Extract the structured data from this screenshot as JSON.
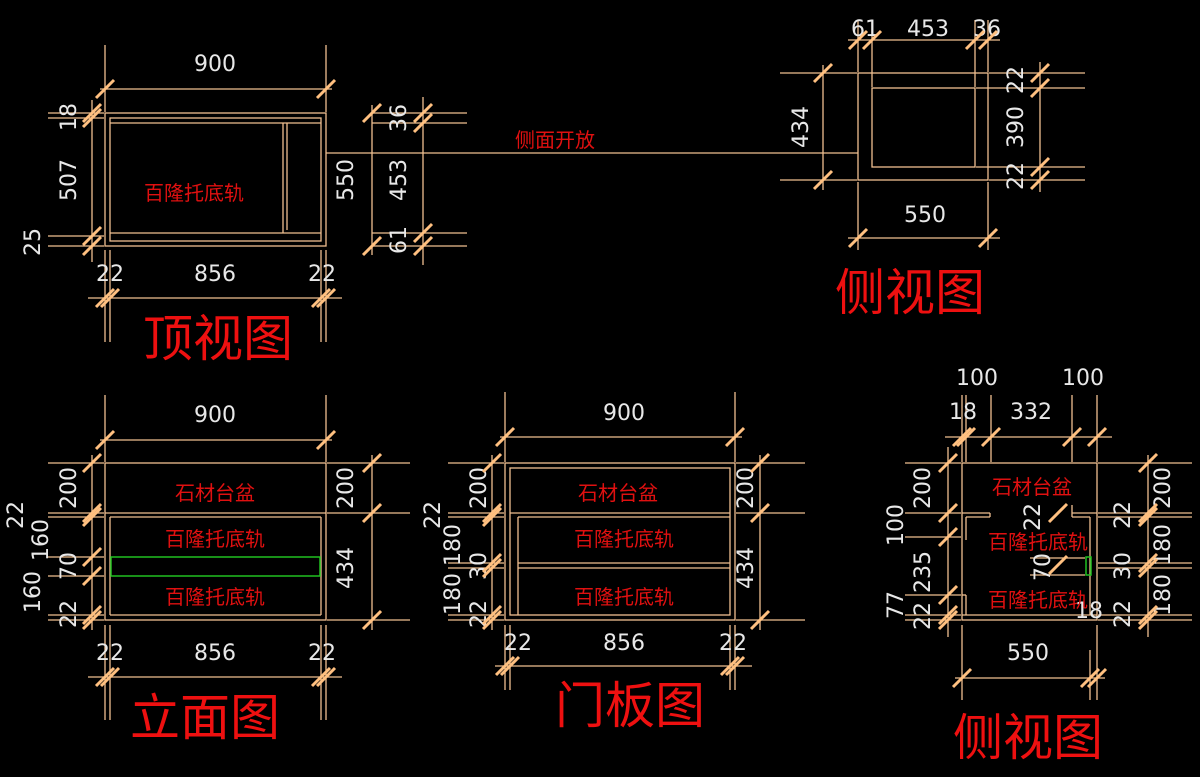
{
  "colors": {
    "background": "#000000",
    "lines": "#f0c090",
    "ticks": "#ffc080",
    "dimension_text": "#e8e8e8",
    "labels": "#e01010",
    "highlight": "#20c020"
  },
  "top_view": {
    "title": "顶视图",
    "width": "900",
    "inner": "856",
    "left": "22",
    "right": "22",
    "d18": "18",
    "d507": "507",
    "d25": "25",
    "depth": "550",
    "d36": "36",
    "d453": "453",
    "d61": "61",
    "label": "百隆托底轨"
  },
  "open_side_label": "侧面开放",
  "side_view_top": {
    "title": "侧视图",
    "d61": "61",
    "d453": "453",
    "d36": "36",
    "height": "434",
    "d22a": "22",
    "d390": "390",
    "d22b": "22",
    "width": "550"
  },
  "elevation": {
    "title": "立面图",
    "width": "900",
    "inner": "856",
    "left": "22",
    "right": "22",
    "d200": "200",
    "d22": "22",
    "d160a": "160",
    "d70": "70",
    "d160b": "160",
    "d22b": "22",
    "r200": "200",
    "r434": "434",
    "basin": "石材台盆",
    "rail1": "百隆托底轨",
    "rail2": "百隆托底轨"
  },
  "door_panel": {
    "title": "门板图",
    "width": "900",
    "inner": "856",
    "left": "22",
    "right": "22",
    "d200": "200",
    "d22": "22",
    "d180a": "180",
    "d30": "30",
    "d180b": "180",
    "d22b": "22",
    "r200": "200",
    "r434": "434",
    "basin": "石材台盆",
    "rail1": "百隆托底轨",
    "rail2": "百隆托底轨"
  },
  "side_view": {
    "title": "侧视图",
    "t100a": "100",
    "t100b": "100",
    "t18": "18",
    "t332": "332",
    "l200": "200",
    "l100": "100",
    "l235": "235",
    "l77": "77",
    "l22": "22",
    "i22": "22",
    "i70": "70",
    "i18": "18",
    "r22a": "22",
    "r200": "200",
    "r180a": "180",
    "r30": "30",
    "r180b": "180",
    "r22b": "22",
    "width": "550",
    "basin": "石材台盆",
    "rail1": "百隆托底轨",
    "rail2": "百隆托底轨"
  }
}
